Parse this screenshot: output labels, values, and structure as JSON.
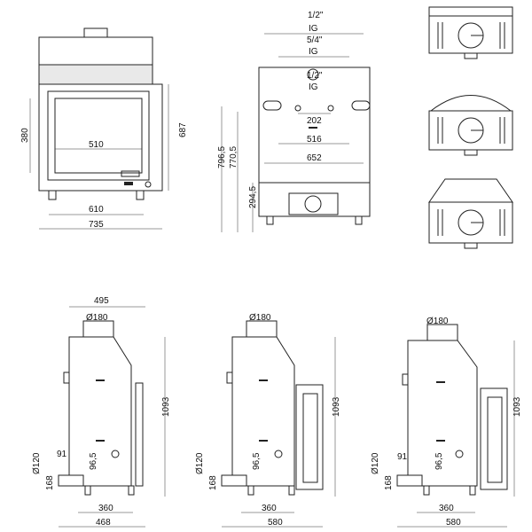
{
  "front_view": {
    "glass_width": "510",
    "glass_height": "380",
    "total_height": "687",
    "inner_width": "610",
    "total_width": "735"
  },
  "rear_view": {
    "thread_top": "1/2\"",
    "thread_top_type": "IG",
    "thread_mid": "5/4\"",
    "thread_mid_type": "IG",
    "thread_inner": "1/2\"",
    "thread_inner_type": "IG",
    "spacing_202": "202",
    "spacing_516": "516",
    "spacing_652": "652",
    "height_796": "796,5",
    "height_770": "770,5",
    "height_294": "294,5"
  },
  "side_views": [
    {
      "flue_diameter": "Ø180",
      "depth_top": "495",
      "height": "1093",
      "offset_91": "91",
      "inlet_diameter": "Ø120",
      "inlet_height": "168",
      "inlet_offset": "96,5",
      "base_depth": "360",
      "total_depth": "468"
    },
    {
      "flue_diameter": "Ø180",
      "height": "1093",
      "inlet_diameter": "Ø120",
      "inlet_height": "168",
      "inlet_offset": "96,5",
      "base_depth": "360",
      "total_depth": "580"
    },
    {
      "flue_diameter": "Ø180",
      "height": "1093",
      "offset_91": "91",
      "inlet_diameter": "Ø120",
      "inlet_height": "168",
      "inlet_offset": "96,5",
      "base_depth": "360",
      "total_depth": "580"
    }
  ]
}
